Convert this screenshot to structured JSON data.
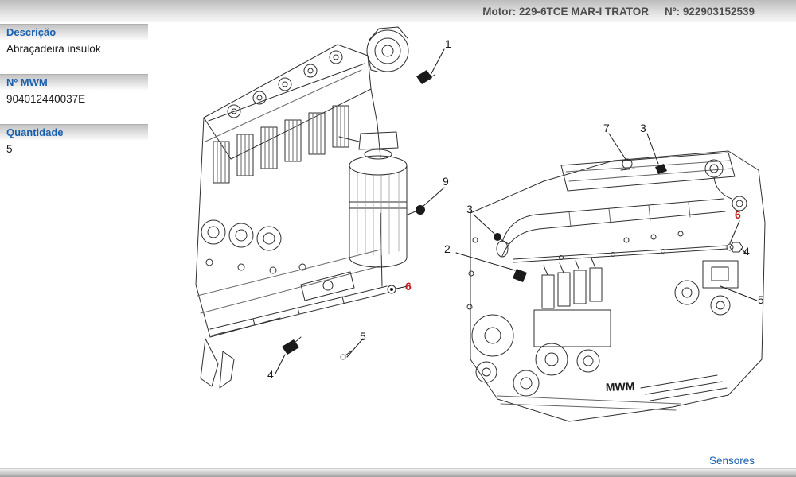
{
  "colors": {
    "accent_blue": "#1a5fad",
    "callout_red": "#c21d1d",
    "header_text": "#4d4d4d"
  },
  "header": {
    "motor": "Motor: 229-6TCE MAR-I TRATOR",
    "serial": "Nº: 922903152539"
  },
  "sidebar": {
    "fields": [
      {
        "label": "Descrição",
        "value": "Abraçadeira insulok"
      },
      {
        "label": "Nº MWM",
        "value": "904012440037E"
      },
      {
        "label": "Quantidade",
        "value": "5"
      }
    ]
  },
  "diagram": {
    "logo": "MWM",
    "callouts": [
      {
        "text": "1",
        "color": "#1a1a1a"
      },
      {
        "text": "9",
        "color": "#1a1a1a"
      },
      {
        "text": "6",
        "color": "#c21d1d"
      },
      {
        "text": "5",
        "color": "#1a1a1a"
      },
      {
        "text": "4",
        "color": "#1a1a1a"
      },
      {
        "text": "7",
        "color": "#1a1a1a"
      },
      {
        "text": "3",
        "color": "#1a1a1a"
      },
      {
        "text": "3",
        "color": "#1a1a1a"
      },
      {
        "text": "2",
        "color": "#1a1a1a"
      },
      {
        "text": "6",
        "color": "#c21d1d"
      },
      {
        "text": "4",
        "color": "#1a1a1a"
      },
      {
        "text": "5",
        "color": "#1a1a1a"
      }
    ]
  },
  "footer": {
    "link_label": "Sensores"
  }
}
